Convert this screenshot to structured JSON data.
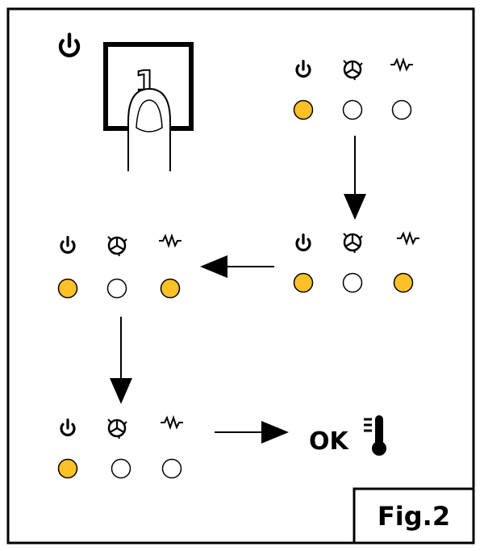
{
  "button": {
    "number": "1"
  },
  "states": [
    {
      "id": "start",
      "leds": [
        true,
        false,
        false
      ]
    },
    {
      "id": "step2",
      "leds": [
        true,
        false,
        true
      ]
    },
    {
      "id": "step3",
      "leds": [
        true,
        false,
        true
      ]
    },
    {
      "id": "final",
      "leds": [
        true,
        false,
        false
      ]
    }
  ],
  "result": {
    "text": "OK"
  },
  "figure": {
    "label": "Fig.2"
  },
  "colors": {
    "led_on": "#ffc125",
    "led_off": "#ffffff",
    "stroke": "#000000",
    "background": "#ffffff"
  },
  "icons": [
    "power-icon",
    "fan-icon",
    "heater-icon",
    "thermometer-icon",
    "finger-icon"
  ]
}
